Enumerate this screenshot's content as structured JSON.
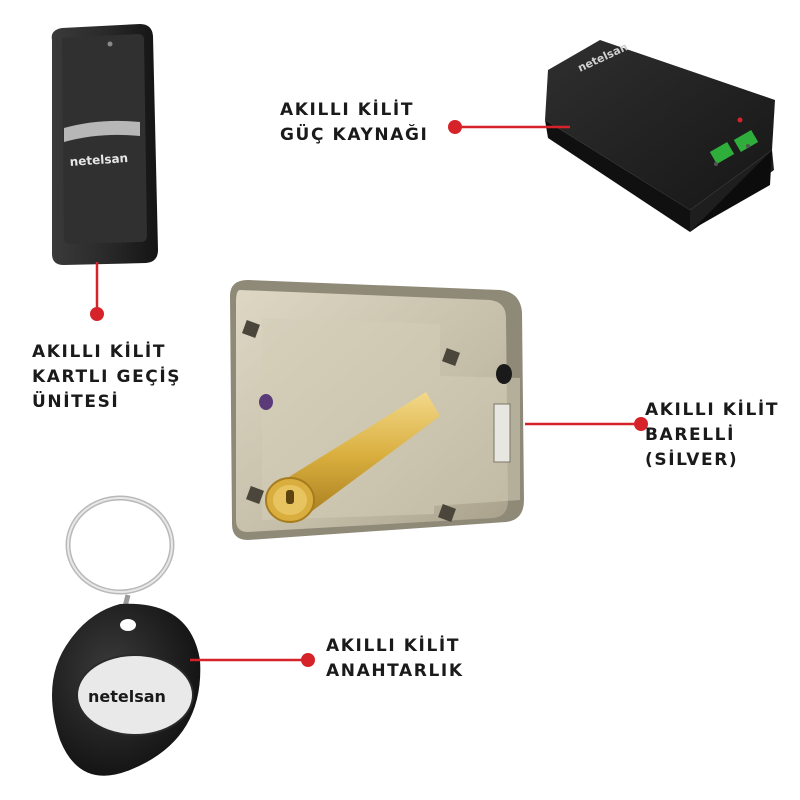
{
  "products": {
    "power_supply": {
      "line1": "AKILLI KİLİT",
      "line2": "GÜÇ KAYNAĞI",
      "brand": "netelsan"
    },
    "card_reader": {
      "line1": "AKILLI KİLİT",
      "line2": "KARTLI GEÇİŞ",
      "line3": "ÜNİTESİ",
      "brand": "netelsan"
    },
    "lock": {
      "line1": "AKILLI KİLİT",
      "line2": "BARELLİ",
      "line3": "(SİLVER)"
    },
    "keyfob": {
      "line1": "AKILLI KİLİT",
      "line2": "ANAHTARLIK",
      "brand": "netelsan"
    }
  },
  "colors": {
    "accent": "#d6232a",
    "device_black": "#1c1c1c",
    "brass": "#d4a93a",
    "steel": "#c9c2ad"
  }
}
